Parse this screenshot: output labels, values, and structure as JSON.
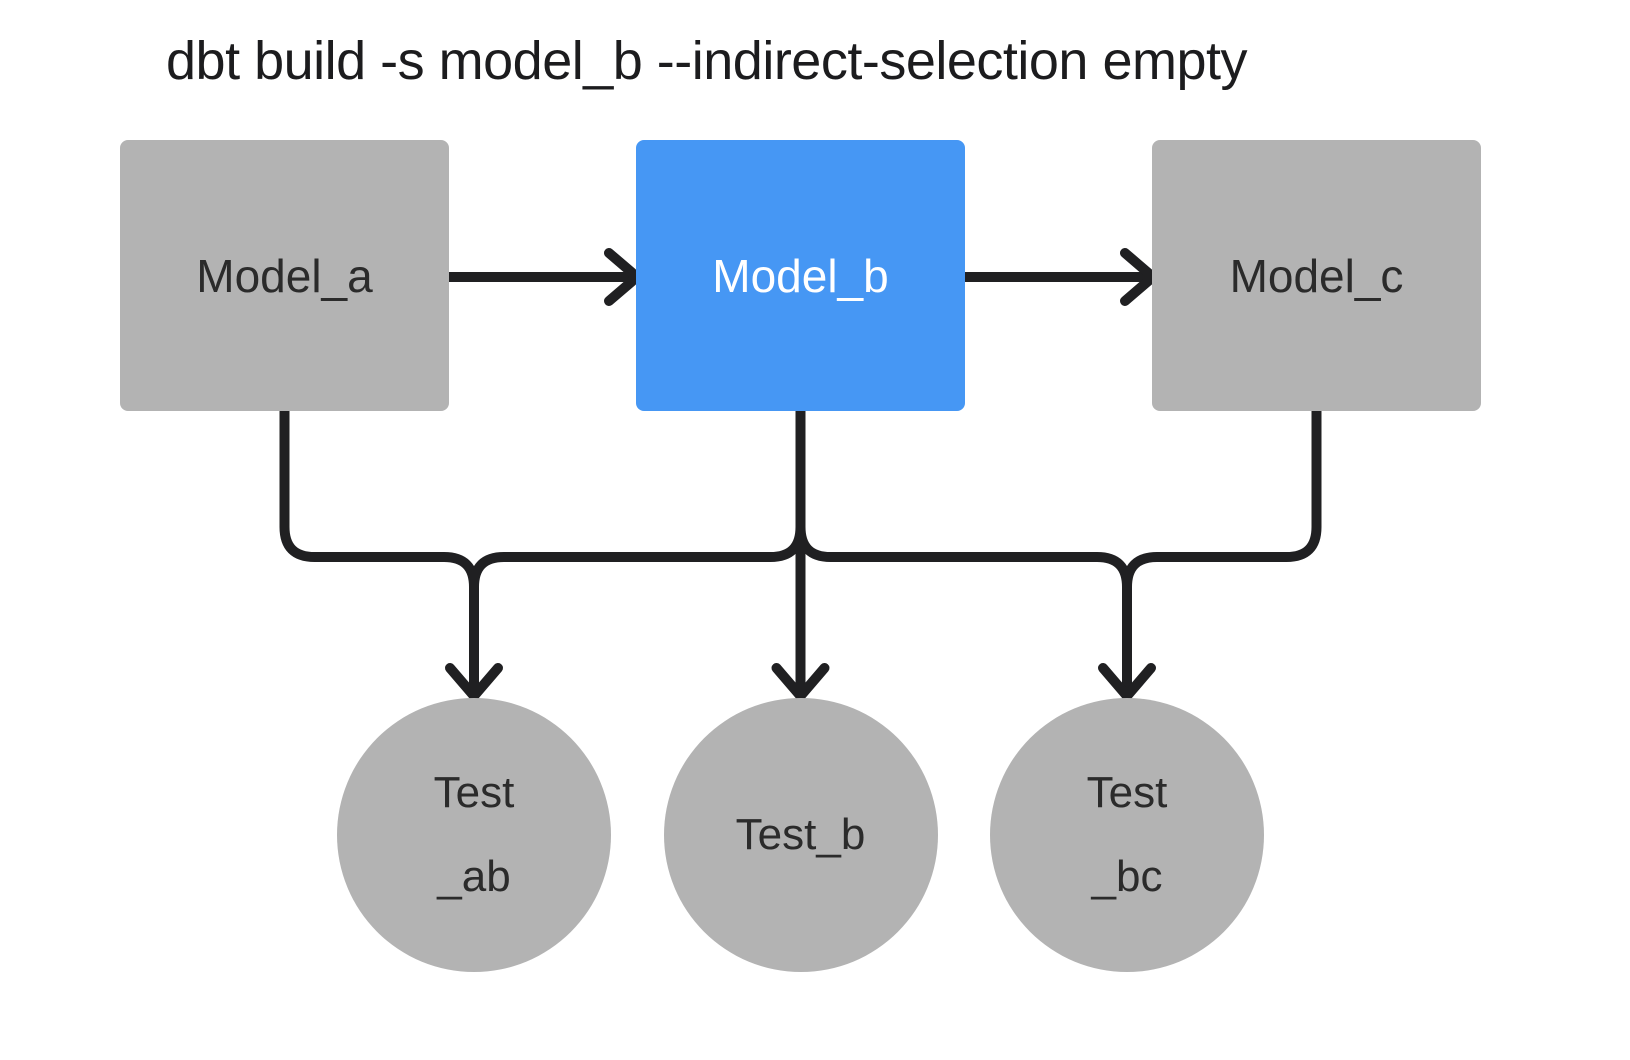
{
  "title": "dbt build -s model_b --indirect-selection empty",
  "colors": {
    "selected": "#4697f4",
    "unselected": "#b3b3b3",
    "edge": "#202022",
    "node_text": "#2b2b2b",
    "selected_text": "#ffffff",
    "title_text": "#1c1c1e",
    "background": "#ffffff"
  },
  "nodes": {
    "model_a": {
      "label": "Model_a",
      "type": "model",
      "state": "unselected"
    },
    "model_b": {
      "label": "Model_b",
      "type": "model",
      "state": "selected"
    },
    "model_c": {
      "label": "Model_c",
      "type": "model",
      "state": "unselected"
    },
    "test_ab": {
      "line1": "Test",
      "line2": "_ab",
      "type": "test",
      "state": "unselected"
    },
    "test_b": {
      "line1": "Test_b",
      "line2": "",
      "type": "test",
      "state": "unselected"
    },
    "test_bc": {
      "line1": "Test",
      "line2": "_bc",
      "type": "test",
      "state": "unselected"
    }
  },
  "edges": [
    {
      "from": "model_a",
      "to": "model_b"
    },
    {
      "from": "model_b",
      "to": "model_c"
    },
    {
      "from": "model_a",
      "to": "test_ab"
    },
    {
      "from": "model_b",
      "to": "test_ab"
    },
    {
      "from": "model_b",
      "to": "test_b"
    },
    {
      "from": "model_b",
      "to": "test_bc"
    },
    {
      "from": "model_c",
      "to": "test_bc"
    }
  ]
}
